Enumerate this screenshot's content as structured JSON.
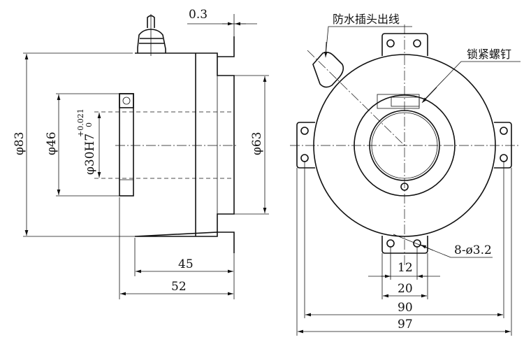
{
  "side_view": {
    "dim_gap": "0.3",
    "dim_outer_dia": "φ83",
    "dim_flange_dia": "φ46",
    "dim_bore": "φ30H7",
    "dim_bore_tol_upper": "+0.021",
    "dim_bore_tol_lower": "0",
    "dim_body_dia": "φ63",
    "dim_body_len": "45",
    "dim_total_len": "52"
  },
  "front_view": {
    "label_connector": "防水插头出线",
    "label_lock_screw": "锁紧螺钉",
    "label_holes": "8-ø3.2",
    "dim_hole_spacing": "12",
    "dim_tab_width": "20",
    "dim_hole_span": "90",
    "dim_overall": "97"
  }
}
